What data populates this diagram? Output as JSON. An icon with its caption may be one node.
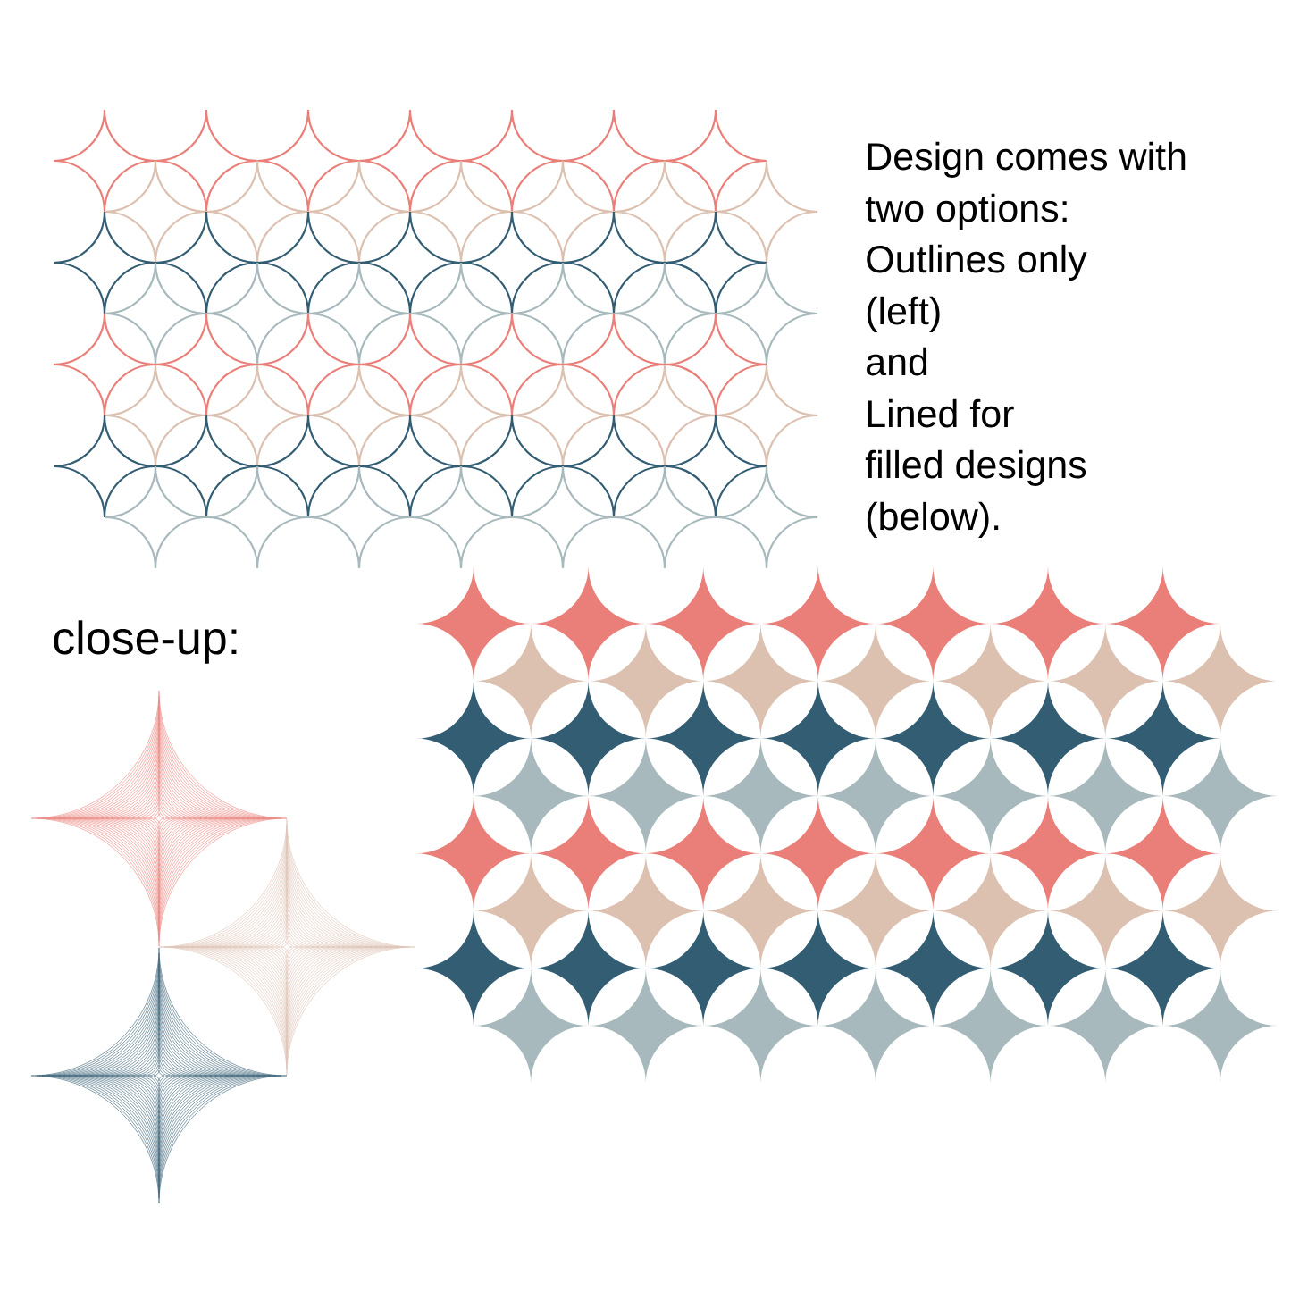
{
  "diagram": {
    "labels": [
      "Design comes with",
      "two options:",
      "Outlines only",
      "(left)",
      "and",
      "Lined for",
      "filled designs",
      "(below).",
      "close-up:"
    ]
  }
}
